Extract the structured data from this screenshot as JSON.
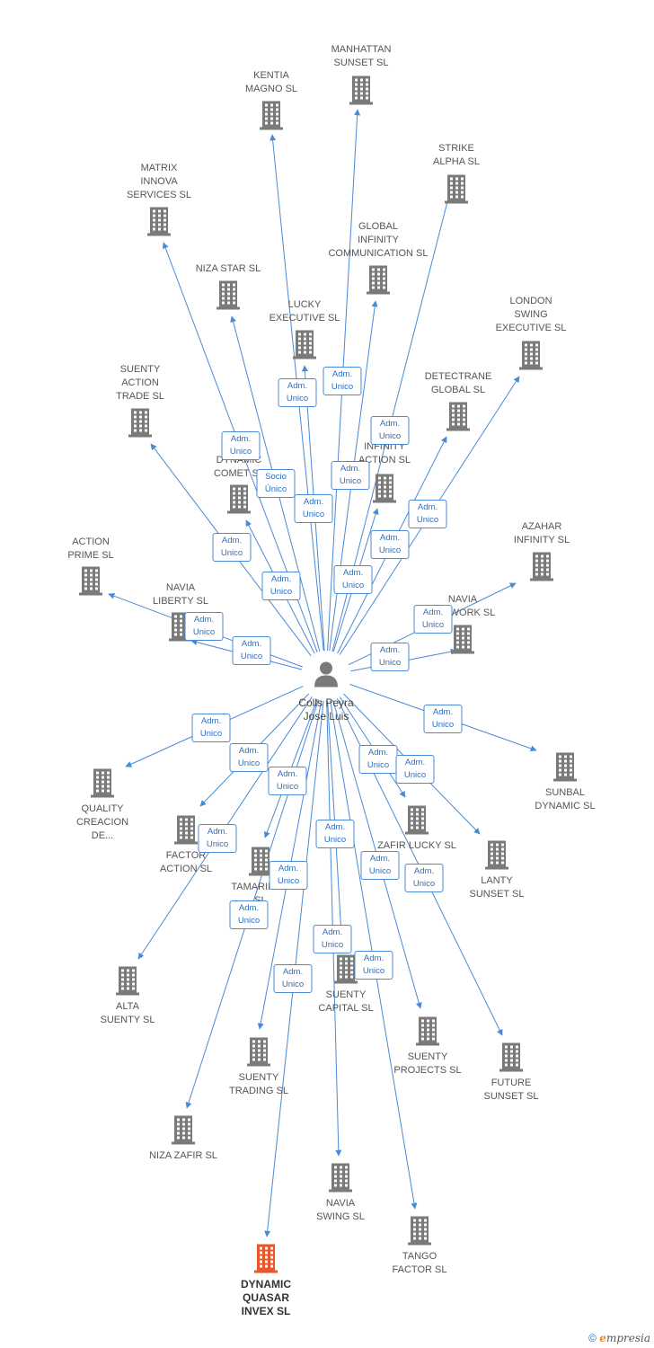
{
  "colors": {
    "edge": "#4a8ad4",
    "building": "#7a7a7a",
    "building_highlight": "#e8572a",
    "person": "#7a7a7a"
  },
  "center": {
    "name": "Colls Peyra\nJose Luis",
    "icon": "person-icon"
  },
  "companies": [
    {
      "id": "manhattan-sunset",
      "name": "MANHATTAN\nSUNSET SL"
    },
    {
      "id": "kentia-magno",
      "name": "KENTIA\nMAGNO SL"
    },
    {
      "id": "strike-alpha",
      "name": "STRIKE\nALPHA SL"
    },
    {
      "id": "matrix-innova",
      "name": "MATRIX\nINNOVA\nSERVICES SL"
    },
    {
      "id": "global-infinity",
      "name": "GLOBAL\nINFINITY\nCOMMUNICATION SL"
    },
    {
      "id": "niza-star",
      "name": "NIZA STAR SL"
    },
    {
      "id": "lucky-executive",
      "name": "LUCKY\nEXECUTIVE SL"
    },
    {
      "id": "london-swing",
      "name": "LONDON\nSWING\nEXECUTIVE SL"
    },
    {
      "id": "suenty-action",
      "name": "SUENTY\nACTION\nTRADE SL"
    },
    {
      "id": "detectrane-global",
      "name": "DETECTRANE\nGLOBAL  SL"
    },
    {
      "id": "infinity-action",
      "name": "INFINITY\nACTION SL"
    },
    {
      "id": "dynamic-comet",
      "name": "DYNAMIC\nCOMET SL"
    },
    {
      "id": "azahar-infinity",
      "name": "AZAHAR\nINFINITY SL"
    },
    {
      "id": "action-prime",
      "name": "ACTION\nPRIME SL"
    },
    {
      "id": "navia-liberty",
      "name": "NAVIA\nLIBERTY SL"
    },
    {
      "id": "navia-network",
      "name": "NAVIA\nNETWORK SL"
    },
    {
      "id": "sunbal-dynamic",
      "name": "SUNBAL\nDYNAMIC SL"
    },
    {
      "id": "quality-creacion",
      "name": "QUALITY\nCREACION\nDE..."
    },
    {
      "id": "factor-action",
      "name": "FACTOR\nACTION SL"
    },
    {
      "id": "zafir-lucky",
      "name": "ZAFIR LUCKY SL"
    },
    {
      "id": "lanty-sunset",
      "name": "LANTY\nSUNSET SL"
    },
    {
      "id": "tamarindo",
      "name": "TAMARINDO\nSL"
    },
    {
      "id": "alta-suenty",
      "name": "ALTA\nSUENTY SL"
    },
    {
      "id": "suenty-capital",
      "name": "SUENTY\nCAPITAL SL"
    },
    {
      "id": "suenty-projects",
      "name": "SUENTY\nPROJECTS SL"
    },
    {
      "id": "future-sunset",
      "name": "FUTURE\nSUNSET SL"
    },
    {
      "id": "suenty-trading",
      "name": "SUENTY\nTRADING SL"
    },
    {
      "id": "niza-zafir",
      "name": "NIZA ZAFIR SL"
    },
    {
      "id": "navia-swing",
      "name": "NAVIA\nSWING SL"
    },
    {
      "id": "tango-factor",
      "name": "TANGO\nFACTOR SL"
    },
    {
      "id": "dynamic-quasar",
      "name": "DYNAMIC\nQUASAR\nINVEX  SL",
      "highlight": true
    }
  ],
  "relations": [
    {
      "target": "manhattan-sunset",
      "label": "Adm.\nUnico"
    },
    {
      "target": "kentia-magno",
      "label": "Adm.\nUnico"
    },
    {
      "target": "strike-alpha",
      "label": "Adm.\nUnico"
    },
    {
      "target": "matrix-innova",
      "label": "Adm.\nUnico"
    },
    {
      "target": "global-infinity",
      "label": "Adm.\nUnico"
    },
    {
      "target": "niza-star",
      "label": "Socio\nÚnico"
    },
    {
      "target": "lucky-executive",
      "label": "Adm.\nUnico"
    },
    {
      "target": "london-swing",
      "label": "Adm.\nUnico"
    },
    {
      "target": "suenty-action",
      "label": "Adm.\nUnico"
    },
    {
      "target": "detectrane-global",
      "label": "Adm.\nUnico"
    },
    {
      "target": "infinity-action",
      "label": "Adm.\nUnico"
    },
    {
      "target": "dynamic-comet",
      "label": "Adm.\nUnico"
    },
    {
      "target": "azahar-infinity",
      "label": "Adm.\nUnico"
    },
    {
      "target": "action-prime",
      "label": "Adm.\nUnico"
    },
    {
      "target": "navia-liberty",
      "label": "Adm.\nUnico"
    },
    {
      "target": "navia-network",
      "label": "Adm.\nUnico"
    },
    {
      "target": "sunbal-dynamic",
      "label": "Adm.\nUnico"
    },
    {
      "target": "quality-creacion",
      "label": "Adm.\nUnico"
    },
    {
      "target": "factor-action",
      "label": "Adm.\nUnico"
    },
    {
      "target": "zafir-lucky",
      "label": "Adm.\nUnico"
    },
    {
      "target": "lanty-sunset",
      "label": "Adm.\nUnico"
    },
    {
      "target": "tamarindo",
      "label": "Adm.\nUnico"
    },
    {
      "target": "alta-suenty",
      "label": "Adm.\nUnico"
    },
    {
      "target": "suenty-capital",
      "label": "Adm.\nUnico"
    },
    {
      "target": "suenty-projects",
      "label": "Adm.\nUnico"
    },
    {
      "target": "future-sunset",
      "label": "Adm.\nUnico"
    },
    {
      "target": "suenty-trading",
      "label": "Adm.\nUnico"
    },
    {
      "target": "niza-zafir",
      "label": "Adm.\nUnico"
    },
    {
      "target": "navia-swing",
      "label": "Adm.\nUnico"
    },
    {
      "target": "tango-factor",
      "label": "Adm.\nUnico"
    },
    {
      "target": "dynamic-quasar",
      "label": "Adm.\nUnico"
    }
  ],
  "footer": {
    "copyright": "©",
    "brand_initial": "e",
    "brand_rest": "mpresia"
  }
}
